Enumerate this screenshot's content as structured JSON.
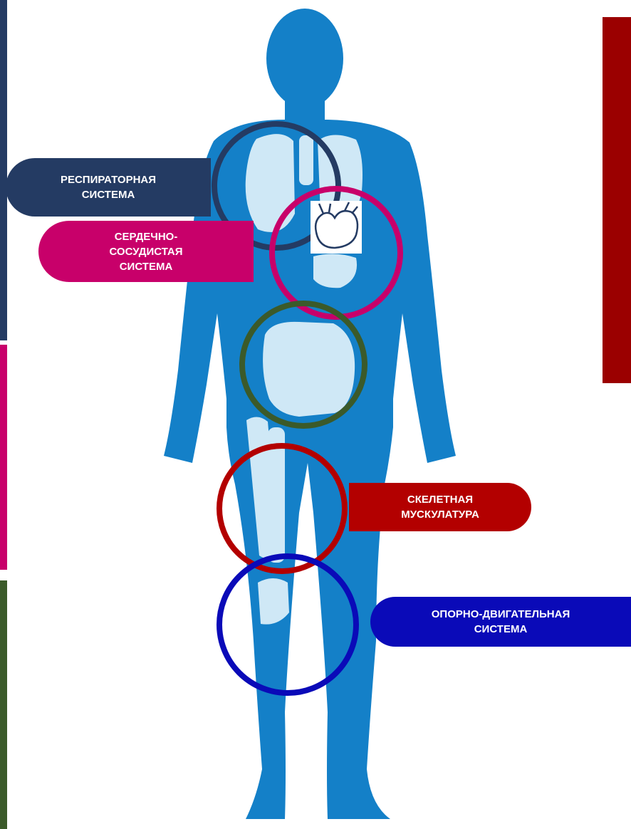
{
  "colors": {
    "silhouette": "#1480c8",
    "organ": "#cfe8f6",
    "navy": "#243b63",
    "magenta": "#c8006a",
    "olive": "#3b5a2a",
    "red": "#b30000",
    "dark_red": "#9b0000",
    "blue": "#0a0ab8"
  },
  "labels": {
    "respiratory": [
      "РЕСПИРАТОРНАЯ",
      "СИСТЕМА"
    ],
    "cardio": [
      "СЕРДЕЧНО-",
      "СОСУДИСТАЯ",
      "СИСТЕМА"
    ],
    "skeletal_muscle": [
      "СКЕЛЕТНАЯ",
      "МУСКУЛАТУРА"
    ],
    "musculoskeletal": [
      "ОПОРНО-ДВИГАТЕЛЬНАЯ",
      "СИСТЕМА"
    ]
  },
  "icons": {
    "heart": "heart-icon"
  }
}
